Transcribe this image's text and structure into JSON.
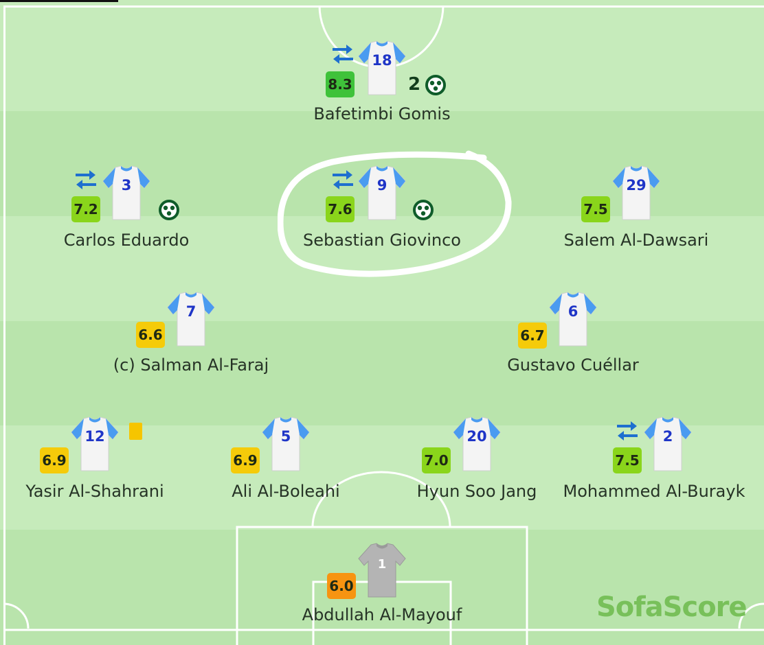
{
  "colors": {
    "pitch_light": "#c6ebbb",
    "pitch_dark": "#b9e4ac",
    "shirt_body": "#f4f4f4",
    "shirt_sleeve": "#4a9bf0",
    "shirt_number": "#1f35c7",
    "gk_shirt": "#b4b4b4",
    "rating_green": "#8ad51b",
    "rating_darkgreen": "#3fc23a",
    "rating_yellow": "#f5cb0a",
    "rating_orange": "#f79411",
    "sub_icon": "#1e6fcf",
    "ball_icon": "#0f5c2a",
    "brand": "#78c05a"
  },
  "players": [
    {
      "name": "Bafetimbi Gomis",
      "number": "18",
      "rating": "8.3",
      "rating_color": "#3fc23a",
      "substituted": true,
      "goals": "2",
      "yellow_card": false,
      "captain": false
    },
    {
      "name": "Carlos Eduardo",
      "number": "3",
      "rating": "7.2",
      "rating_color": "#8ad51b",
      "substituted": true,
      "goals": "1",
      "yellow_card": false
    },
    {
      "name": "Sebastian Giovinco",
      "number": "9",
      "rating": "7.6",
      "rating_color": "#8ad51b",
      "substituted": true,
      "goals": "1",
      "yellow_card": false
    },
    {
      "name": "Salem Al-Dawsari",
      "number": "29",
      "rating": "7.5",
      "rating_color": "#8ad51b",
      "substituted": false,
      "goals": "0",
      "yellow_card": false
    },
    {
      "name": "(c) Salman Al-Faraj",
      "number": "7",
      "rating": "6.6",
      "rating_color": "#f5cb0a",
      "substituted": false,
      "goals": "0",
      "yellow_card": false
    },
    {
      "name": "Gustavo Cuéllar",
      "number": "6",
      "rating": "6.7",
      "rating_color": "#f5cb0a",
      "substituted": false,
      "goals": "0",
      "yellow_card": false
    },
    {
      "name": "Yasir Al-Shahrani",
      "number": "12",
      "rating": "6.9",
      "rating_color": "#f5cb0a",
      "substituted": false,
      "goals": "0",
      "yellow_card": true
    },
    {
      "name": "Ali Al-Boleahi",
      "number": "5",
      "rating": "6.9",
      "rating_color": "#f5cb0a",
      "substituted": false,
      "goals": "0",
      "yellow_card": false
    },
    {
      "name": "Hyun Soo Jang",
      "number": "20",
      "rating": "7.0",
      "rating_color": "#8ad51b",
      "substituted": false,
      "goals": "0",
      "yellow_card": false
    },
    {
      "name": "Mohammed Al-Burayk",
      "number": "2",
      "rating": "7.5",
      "rating_color": "#8ad51b",
      "substituted": true,
      "goals": "0",
      "yellow_card": false
    },
    {
      "name": "Abdullah Al-Mayouf",
      "number": "1",
      "rating": "6.0",
      "rating_color": "#f79411",
      "substituted": false,
      "goals": "0",
      "yellow_card": false,
      "goalkeeper": true
    }
  ],
  "icons": {
    "substitution": "swap-arrows-icon",
    "goal": "football-icon",
    "card": "yellow-card-icon"
  },
  "brand": {
    "label": "SofaScore"
  },
  "annotation": {
    "shape": "hand-drawn-circle",
    "target": "Sebastian Giovinco"
  }
}
